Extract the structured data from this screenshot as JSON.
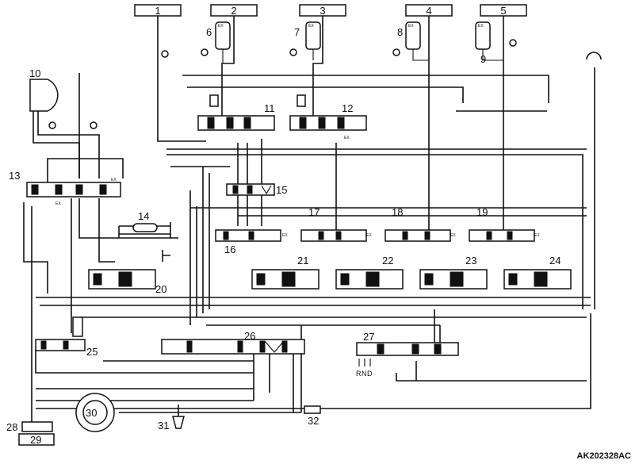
{
  "figure_ref": "AK202328AC",
  "top_ports": [
    "1",
    "2",
    "3",
    "4",
    "5"
  ],
  "callouts": [
    "6",
    "7",
    "8",
    "9",
    "10",
    "11",
    "12",
    "13",
    "14",
    "15",
    "16",
    "17",
    "18",
    "19",
    "20",
    "21",
    "22",
    "23",
    "24",
    "25",
    "26",
    "27",
    "28",
    "29",
    "30",
    "31",
    "32"
  ],
  "exhaust_mark": "EX",
  "range_marks": [
    "R",
    "N",
    "D"
  ]
}
